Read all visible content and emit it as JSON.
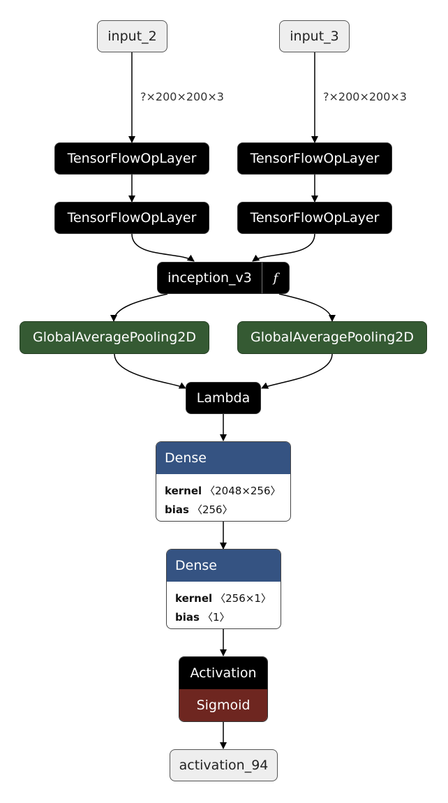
{
  "nodes": {
    "input_2": "input_2",
    "input_3": "input_3",
    "tfop_left_1": "TensorFlowOpLayer",
    "tfop_right_1": "TensorFlowOpLayer",
    "tfop_left_2": "TensorFlowOpLayer",
    "tfop_right_2": "TensorFlowOpLayer",
    "inception": "inception_v3",
    "inception_function_icon": "f",
    "pool_left": "GlobalAveragePooling2D",
    "pool_right": "GlobalAveragePooling2D",
    "lambda": "Lambda",
    "dense1": {
      "title": "Dense",
      "kernel_label": "kernel",
      "kernel_shape": "〈2048×256〉",
      "bias_label": "bias",
      "bias_shape": "〈256〉"
    },
    "dense2": {
      "title": "Dense",
      "kernel_label": "kernel",
      "kernel_shape": "〈256×1〉",
      "bias_label": "bias",
      "bias_shape": "〈1〉"
    },
    "activation": {
      "title": "Activation",
      "function": "Sigmoid"
    },
    "output": "activation_94"
  },
  "edge_labels": {
    "input_2_shape": "?×200×200×3",
    "input_3_shape": "?×200×200×3"
  },
  "colors": {
    "io_fill": "#eeeeee",
    "op_fill": "#000000",
    "pooling_fill": "#355a33",
    "dense_header": "#355382",
    "activation_function": "#6e2620",
    "edge": "#000000"
  }
}
